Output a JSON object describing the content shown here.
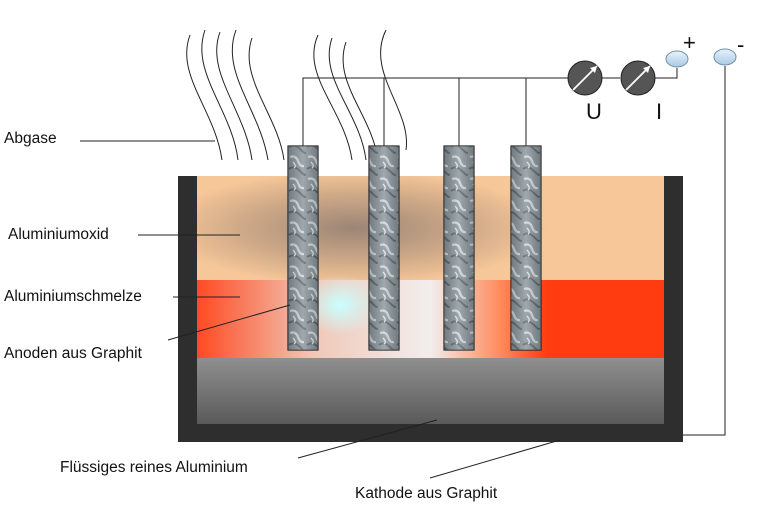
{
  "labels": {
    "exhaust": "Abgase",
    "oxide": "Aluminiumoxid",
    "melt": "Aluminiumschmelze",
    "anodes": "Anoden aus Graphit",
    "liquid_al": "Flüssiges reines Aluminium",
    "cathode": "Kathode aus Graphit"
  },
  "meters": {
    "voltage": "U",
    "current": "I"
  },
  "terminals": {
    "positive": "+",
    "negative": "-"
  },
  "colors": {
    "cell_wall": "#2e2e2e",
    "oxide_layer": "#f7c79a",
    "melt_layer": "#ff3c10",
    "liquid_aluminium": "#7a7a7a",
    "anode": "#8a9499",
    "terminal": "#cfe4f5",
    "meter": "#555555"
  }
}
